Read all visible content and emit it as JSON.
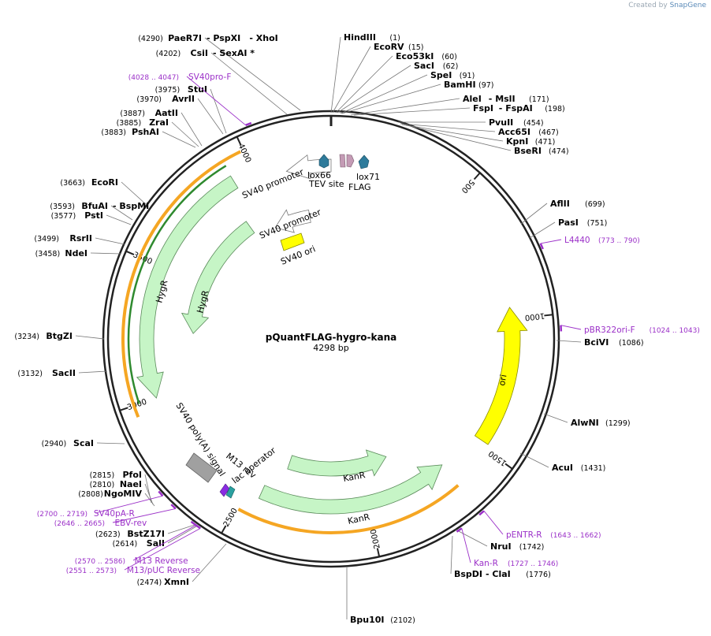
{
  "branding": {
    "prefix": "Created by",
    "name": "SnapGene"
  },
  "plasmid": {
    "name": "pQuantFLAG-hygro-kana",
    "length_label": "4298 bp",
    "length": 4298
  },
  "ticks": [
    "500",
    "1000",
    "1500",
    "2000",
    "2500",
    "3000",
    "3500",
    "4000"
  ],
  "sites": [
    {
      "label": "PaeR7I",
      "pos": "(4290)",
      "extra": [
        "PspXI",
        "XhoI"
      ]
    },
    {
      "label": "CsiI",
      "pos": "(4202)",
      "extra": [
        "SexAI *"
      ]
    },
    {
      "label": "HindIII",
      "pos": "(1)"
    },
    {
      "label": "EcoRV",
      "pos": "(15)"
    },
    {
      "label": "Eco53kI",
      "pos": "(60)"
    },
    {
      "label": "SacI",
      "pos": "(62)"
    },
    {
      "label": "SpeI",
      "pos": "(91)"
    },
    {
      "label": "BamHI",
      "pos": "(97)"
    },
    {
      "label": "AleI",
      "pos": "(171)",
      "extra": [
        "MslI"
      ]
    },
    {
      "label": "FspI",
      "pos": "(198)",
      "extra": [
        "FspAI"
      ]
    },
    {
      "label": "PvuII",
      "pos": "(454)"
    },
    {
      "label": "Acc65I",
      "pos": "(467)"
    },
    {
      "label": "KpnI",
      "pos": "(471)"
    },
    {
      "label": "BseRI",
      "pos": "(474)"
    },
    {
      "label": "AflII",
      "pos": "(699)"
    },
    {
      "label": "PasI",
      "pos": "(751)"
    },
    {
      "label": "BciVI",
      "pos": "(1086)"
    },
    {
      "label": "AlwNI",
      "pos": "(1299)"
    },
    {
      "label": "AcuI",
      "pos": "(1431)"
    },
    {
      "label": "NruI",
      "pos": "(1742)"
    },
    {
      "label": "BspDI",
      "pos": "(1776)",
      "extra": [
        "ClaI"
      ]
    },
    {
      "label": "Bpu10I",
      "pos": "(2102)"
    },
    {
      "label": "XmnI",
      "pos": "(2474)"
    },
    {
      "label": "SalI",
      "pos": "(2614)"
    },
    {
      "label": "BstZ17I",
      "pos": "(2623)"
    },
    {
      "label": "NgoMIV",
      "pos": "(2808)"
    },
    {
      "label": "NaeI",
      "pos": "(2810)"
    },
    {
      "label": "PfoI",
      "pos": "(2815)"
    },
    {
      "label": "ScaI",
      "pos": "(2940)"
    },
    {
      "label": "SacII",
      "pos": "(3132)"
    },
    {
      "label": "BtgZI",
      "pos": "(3234)"
    },
    {
      "label": "NdeI",
      "pos": "(3458)"
    },
    {
      "label": "RsrII",
      "pos": "(3499)"
    },
    {
      "label": "PstI",
      "pos": "(3577)"
    },
    {
      "label": "BfuAI",
      "pos": "(3593)",
      "extra": [
        "BspMI"
      ]
    },
    {
      "label": "EcoRI",
      "pos": "(3663)"
    },
    {
      "label": "PshAI",
      "pos": "(3883)"
    },
    {
      "label": "ZraI",
      "pos": "(3885)"
    },
    {
      "label": "AatII",
      "pos": "(3887)"
    },
    {
      "label": "AvrII",
      "pos": "(3970)"
    },
    {
      "label": "StuI",
      "pos": "(3975)"
    }
  ],
  "primers": [
    {
      "label": "SV40pro-F",
      "range": "(4028 .. 4047)"
    },
    {
      "label": "L4440",
      "range": "(773 .. 790)"
    },
    {
      "label": "pBR322ori-F",
      "range": "(1024 .. 1043)"
    },
    {
      "label": "pENTR-R",
      "range": "(1643 .. 1662)"
    },
    {
      "label": "Kan-R",
      "range": "(1727 .. 1746)"
    },
    {
      "label": "SV40pA-R",
      "range": "(2700 .. 2719)"
    },
    {
      "label": "EBV-rev",
      "range": "(2646 .. 2665)"
    },
    {
      "label": "M13 Reverse",
      "range": "(2570 .. 2586)"
    },
    {
      "label": "M13/pUC Reverse",
      "range": "(2551 .. 2573)"
    }
  ],
  "features": {
    "sv40_promoter_1": "SV40 promoter",
    "sv40_promoter_2": "SV40 promoter",
    "sv40_ori": "SV40 ori",
    "lox66": "lox66",
    "tev_site": "TEV site",
    "flag": "FLAG",
    "lox71": "lox71",
    "hygr_outer": "HygR",
    "hygr_inner": "HygR",
    "ori": "ori",
    "kanr_1": "KanR",
    "kanr_2": "KanR",
    "sv40_polya": "SV40 poly(A) signal",
    "m13_rev": "M13 rev",
    "lac_operator": "lac operator"
  },
  "colors": {
    "backbone": "#222222",
    "primer": "#9b30c8",
    "marker": "#c6f5c6",
    "origin": "#ffff00",
    "promoter": "#ffffff",
    "terminator": "#a0a0a0",
    "orf": "#f5a623",
    "lox": "#2e7b9b",
    "tag": "#c49bb5",
    "lacop": "#2aa0a0",
    "m13": "#8a2be2"
  }
}
